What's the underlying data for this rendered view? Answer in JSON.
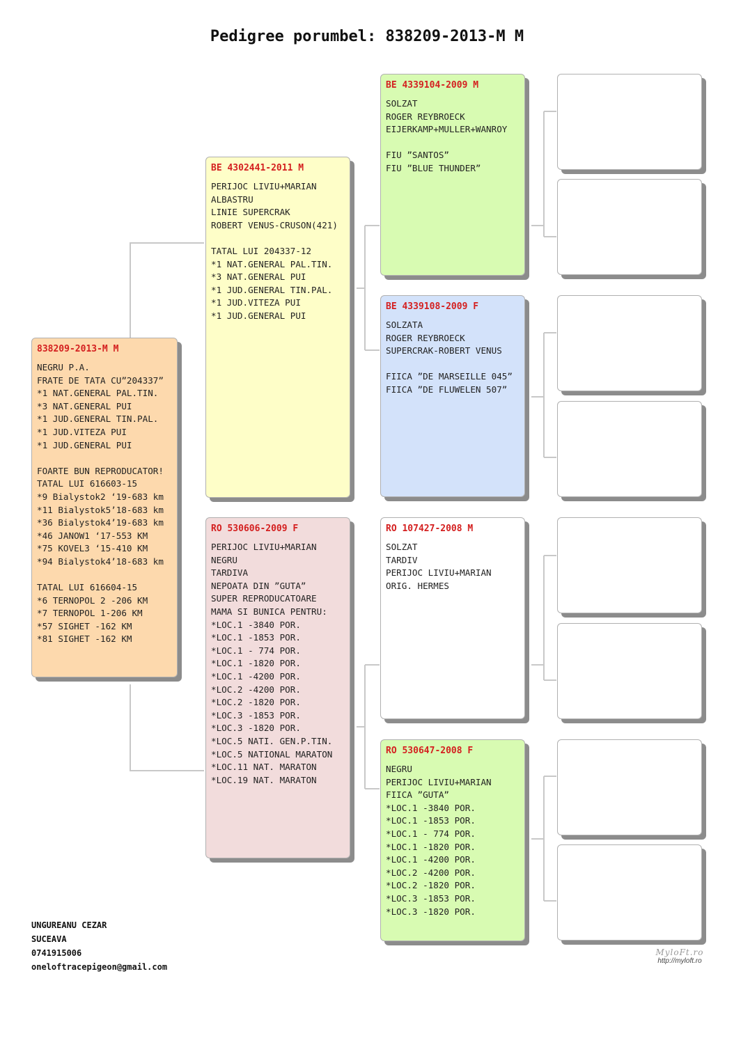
{
  "title": "Pedigree porumbel: 838209-2013-M M",
  "subject": {
    "id": "838209-2013-M M",
    "lines": [
      "NEGRU P.A.",
      "FRATE DE TATA CU”204337”",
      "*1 NAT.GENERAL PAL.TIN.",
      "*3 NAT.GENERAL PUI",
      "*1 JUD.GENERAL TIN.PAL.",
      "*1 JUD.VITEZA PUI",
      "*1 JUD.GENERAL PUI",
      "",
      "FOARTE BUN REPRODUCATOR!",
      "TATAL LUI 616603-15",
      "*9 Bialystok2 ‘19-683 km",
      "*11 Bialystok5’18-683 km",
      "*36 Bialystok4’19-683 km",
      "*46 JANOW1 ‘17-553 KM",
      "*75 KOVEL3 ‘15-410 KM",
      "*94 Bialystok4’18-683 km",
      "",
      "TATAL LUI 616604-15",
      "*6 TERNOPOL 2 -206 KM",
      "*7 TERNOPOL 1-206 KM",
      "*57 SIGHET -162 KM",
      "*81 SIGHET -162 KM"
    ]
  },
  "sire": {
    "id": "BE 4302441-2011 M",
    "lines": [
      "PERIJOC LIVIU+MARIAN",
      "ALBASTRU",
      "LINIE SUPERCRAK",
      "ROBERT VENUS-CRUSON(421)",
      "",
      "TATAL LUI 204337-12",
      "*1 NAT.GENERAL PAL.TIN.",
      "*3 NAT.GENERAL PUI",
      "*1 JUD.GENERAL TIN.PAL.",
      "*1 JUD.VITEZA PUI",
      "*1 JUD.GENERAL PUI"
    ]
  },
  "dam": {
    "id": "RO 530606-2009 F",
    "lines": [
      "PERIJOC LIVIU+MARIAN",
      "NEGRU",
      "TARDIVA",
      "NEPOATA DIN ”GUTA”",
      "SUPER REPRODUCATOARE",
      "MAMA SI BUNICA PENTRU:",
      "*LOC.1 -3840 POR.",
      "*LOC.1 -1853 POR.",
      "*LOC.1 - 774 POR.",
      "*LOC.1 -1820 POR.",
      "*LOC.1 -4200 POR.",
      "*LOC.2 -4200 POR.",
      "*LOC.2 -1820 POR.",
      "*LOC.3 -1853 POR.",
      "*LOC.3 -1820 POR.",
      "*LOC.5 NATI. GEN.P.TIN.",
      "*LOC.5 NATIONAL MARATON",
      "*LOC.11 NAT. MARATON",
      "*LOC.19 NAT. MARATON"
    ]
  },
  "sire_sire": {
    "id": "BE 4339104-2009 M",
    "lines": [
      "SOLZAT",
      "ROGER REYBROECK",
      "EIJERKAMP+MULLER+WANROY",
      "",
      "FIU ”SANTOS”",
      "FIU ”BLUE THUNDER”"
    ]
  },
  "sire_dam": {
    "id": "BE 4339108-2009 F",
    "lines": [
      "SOLZATA",
      "ROGER REYBROECK",
      "SUPERCRAK-ROBERT VENUS",
      "",
      "FIICA ”DE MARSEILLE 045”",
      "FIICA ”DE FLUWELEN 507”"
    ]
  },
  "dam_sire": {
    "id": "RO 107427-2008 M",
    "lines": [
      "SOLZAT",
      "TARDIV",
      "PERIJOC LIVIU+MARIAN",
      "ORIG. HERMES"
    ]
  },
  "dam_dam": {
    "id": "RO 530647-2008 F",
    "lines": [
      "NEGRU",
      "PERIJOC LIVIU+MARIAN",
      "FIICA ”GUTA”",
      "*LOC.1 -3840 POR.",
      "*LOC.1 -1853 POR.",
      "*LOC.1 - 774 POR.",
      "*LOC.1 -1820 POR.",
      "*LOC.1 -4200 POR.",
      "*LOC.2 -4200 POR.",
      "*LOC.2 -1820 POR.",
      "*LOC.3 -1853 POR.",
      "*LOC.3 -1820 POR."
    ]
  },
  "owner": {
    "name": "UNGUREANU CEZAR",
    "city": "SUCEAVA",
    "phone": "0741915006",
    "email": "oneloftracepigeon@gmail.com"
  },
  "logo": {
    "mark": "MyloFt.ro",
    "url": "http://myloft.ro"
  }
}
